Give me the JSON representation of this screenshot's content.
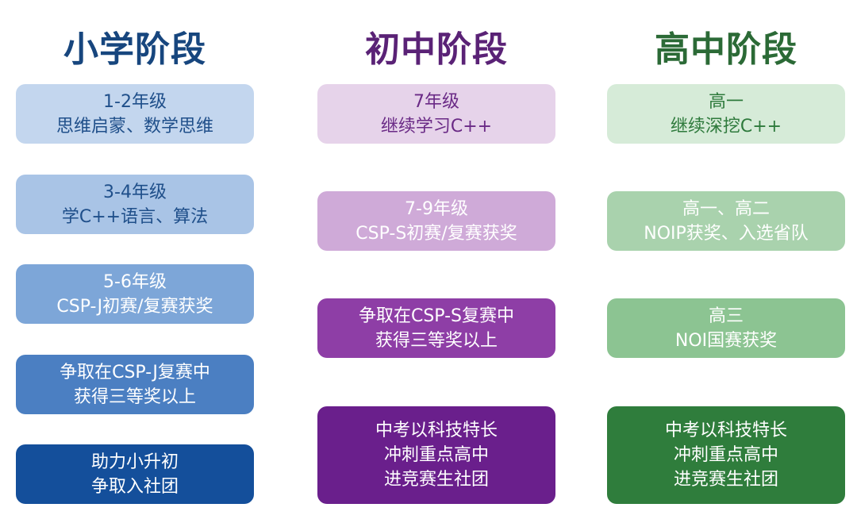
{
  "columns": [
    {
      "title": "小学阶段",
      "title_color": "#17467e",
      "boxes": [
        {
          "lines": [
            "1-2年级",
            "思维启蒙、数学思维"
          ],
          "bg": "#c3d6ee",
          "fg": "#1f4f8a"
        },
        {
          "lines": [
            "3-4年级",
            "学C++语言、算法"
          ],
          "bg": "#a9c4e6",
          "fg": "#1f4f8a"
        },
        {
          "lines": [
            "5-6年级",
            "CSP-J初赛/复赛获奖"
          ],
          "bg": "#7da6d8",
          "fg": "#ffffff"
        },
        {
          "lines": [
            "争取在CSP-J复赛中",
            "获得三等奖以上"
          ],
          "bg": "#4b7fc2",
          "fg": "#ffffff"
        },
        {
          "lines": [
            "助力小升初",
            "争取入社团"
          ],
          "bg": "#144f9b",
          "fg": "#ffffff"
        }
      ]
    },
    {
      "title": "初中阶段",
      "title_color": "#5a2276",
      "boxes": [
        {
          "lines": [
            "7年级",
            "继续学习C++"
          ],
          "bg": "#e6d3ea",
          "fg": "#6a2a86"
        },
        {
          "lines": [
            "7-9年级",
            "CSP-S初赛/复赛获奖"
          ],
          "bg": "#cfaad8",
          "fg": "#ffffff"
        },
        {
          "lines": [
            "争取在CSP-S复赛中",
            "获得三等奖以上"
          ],
          "bg": "#8e3ea6",
          "fg": "#ffffff"
        },
        {
          "lines": [
            "中考以科技特长",
            "冲刺重点高中",
            "进竞赛生社团"
          ],
          "bg": "#6a1f8c",
          "fg": "#ffffff"
        }
      ]
    },
    {
      "title": "高中阶段",
      "title_color": "#2b6a36",
      "boxes": [
        {
          "lines": [
            "高一",
            "继续深挖C++"
          ],
          "bg": "#d6ebd8",
          "fg": "#2e7a3c"
        },
        {
          "lines": [
            "高一、高二",
            "NOIP获奖、入选省队"
          ],
          "bg": "#a9d2ad",
          "fg": "#ffffff"
        },
        {
          "lines": [
            "高三",
            "NOI国赛获奖"
          ],
          "bg": "#8cc492",
          "fg": "#ffffff"
        },
        {
          "lines": [
            "中考以科技特长",
            "冲刺重点高中",
            "进竞赛生社团"
          ],
          "bg": "#2f7d3c",
          "fg": "#ffffff"
        }
      ]
    }
  ]
}
